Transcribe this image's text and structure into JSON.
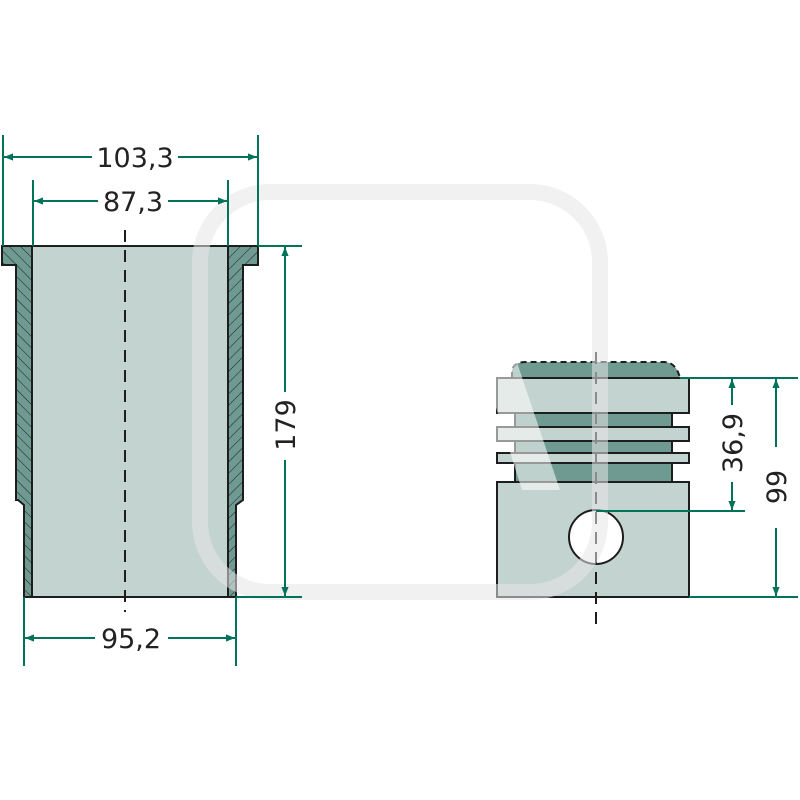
{
  "colors": {
    "dimension": "#00735a",
    "part_fill": "#c3d3d0",
    "part_dark": "#6f9a91",
    "outline": "#1d1d1d",
    "watermark": "#e6e6e6"
  },
  "watermark": {
    "text": "G-A"
  },
  "liner": {
    "dims": {
      "flange_diameter": "103,3",
      "bore_diameter": "87,3",
      "lower_outer_diameter": "95,2",
      "length": "179"
    }
  },
  "piston": {
    "dims": {
      "compression_height": "36,9",
      "total_height": "99"
    }
  }
}
